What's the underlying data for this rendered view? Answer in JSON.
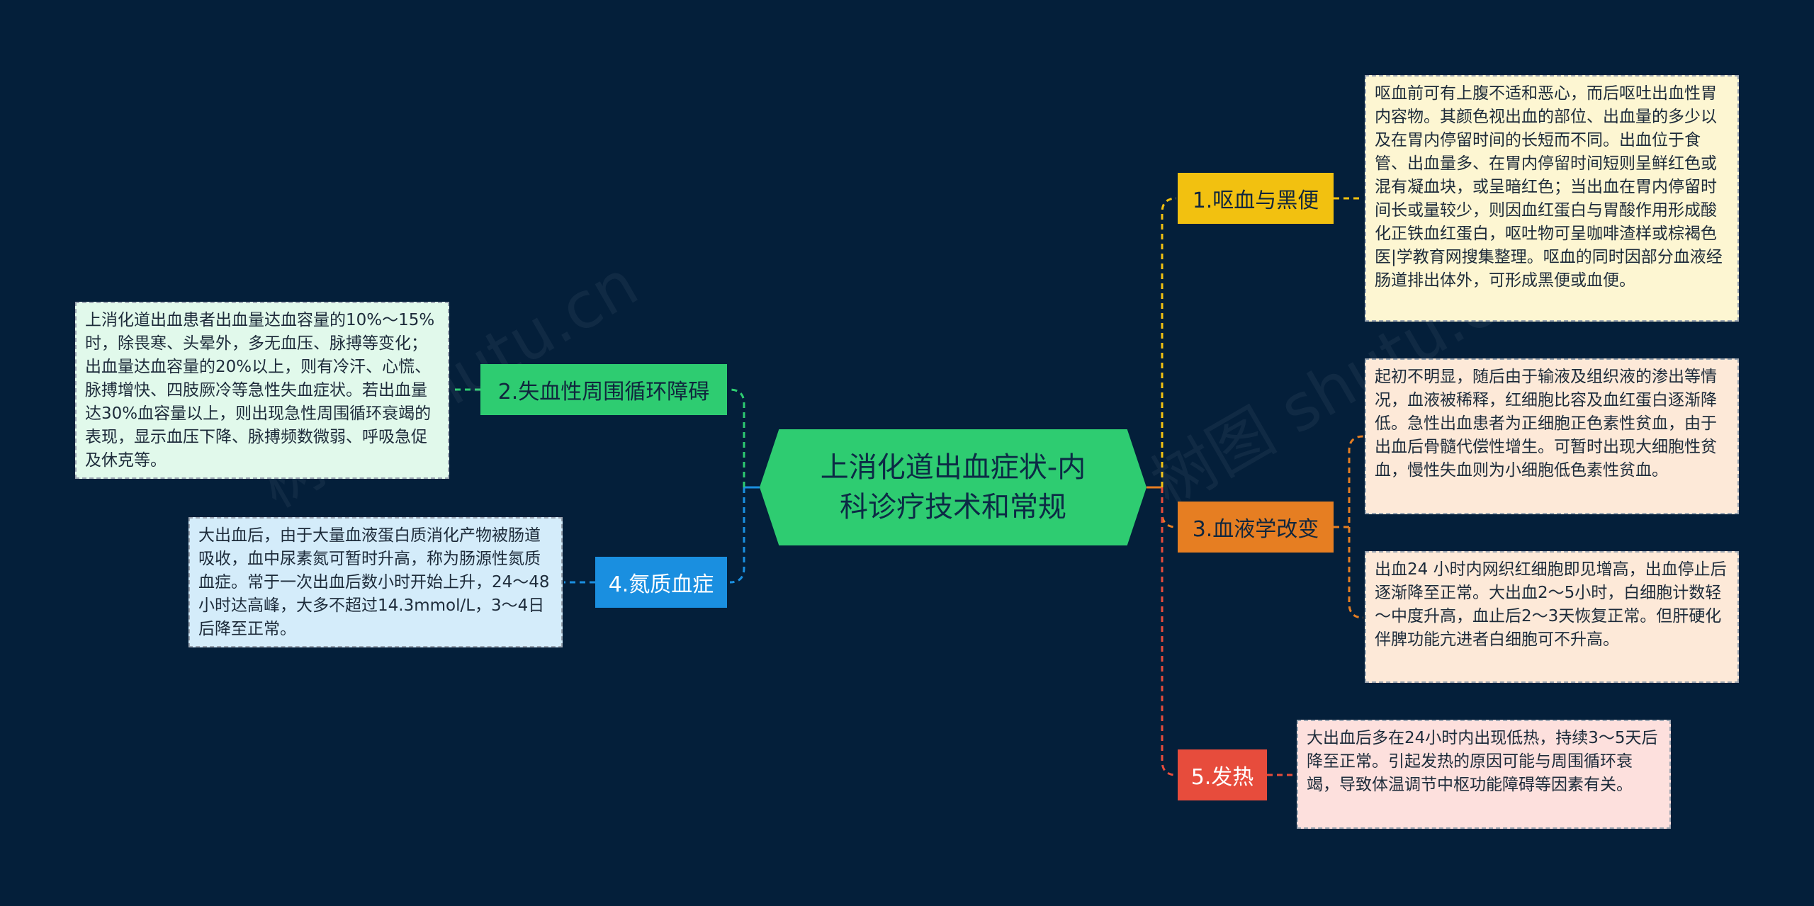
{
  "center": {
    "title": "上消化道出血症状-内科诊疗技术和常规"
  },
  "topics": {
    "t1": "1.呕血与黑便",
    "t2": "2.失血性周围循环障碍",
    "t3": "3.血液学改变",
    "t4": "4.氮质血症",
    "t5": "5.发热"
  },
  "details": {
    "d1": "呕血前可有上腹不适和恶心，而后呕吐出血性胃内容物。其颜色视出血的部位、出血量的多少以及在胃内停留时间的长短而不同。出血位于食管、出血量多、在胃内停留时间短则呈鲜红色或混有凝血块，或呈暗红色；当出血在胃内停留时间长或量较少，则因血红蛋白与胃酸作用形成酸化正铁血红蛋白，呕吐物可呈咖啡渣样或棕褐色医|学教育网搜集整理。呕血的同时因部分血液经肠道排出体外，可形成黑便或血便。",
    "d2": "上消化道出血患者出血量达血容量的10%～15%时，除畏寒、头晕外，多无血压、脉搏等变化；出血量达血容量的20%以上，则有冷汗、心慌、脉搏增快、四肢厥冷等急性失血症状。若出血量达30%血容量以上，则出现急性周围循环衰竭的表现，显示血压下降、脉搏频数微弱、呼吸急促及休克等。",
    "d3a": "起初不明显，随后由于输液及组织液的渗出等情况，血液被稀释，红细胞比容及血红蛋白逐渐降低。急性出血患者为正细胞正色素性贫血，由于出血后骨髓代偿性增生。可暂时出现大细胞性贫血，慢性失血则为小细胞低色素性贫血。",
    "d3b": "出血24 小时内网织红细胞即见增高，出血停止后逐渐降至正常。大出血2～5小时，白细胞计数轻～中度升高，血止后2～3天恢复正常。但肝硬化伴脾功能亢进者白细胞可不升高。",
    "d4": "大出血后，由于大量血液蛋白质消化产物被肠道吸收，血中尿素氮可暂时升高，称为肠源性氮质血症。常于一次出血后数小时开始上升，24～48小时达高峰，大多不超过14.3mmol/L，3～4日后降至正常。",
    "d5": "大出血后多在24小时内出现低热，持续3～5天后降至正常。引起发热的原因可能与周围循环衰竭，导致体温调节中枢功能障碍等因素有关。"
  },
  "watermark": "树图 shutu.cn",
  "colors": {
    "background": "#041f3a",
    "t1": "#f2c110",
    "t2": "#2ecc71",
    "t3": "#e67e22",
    "t4": "#1a8fe0",
    "t5": "#e74c3c"
  }
}
